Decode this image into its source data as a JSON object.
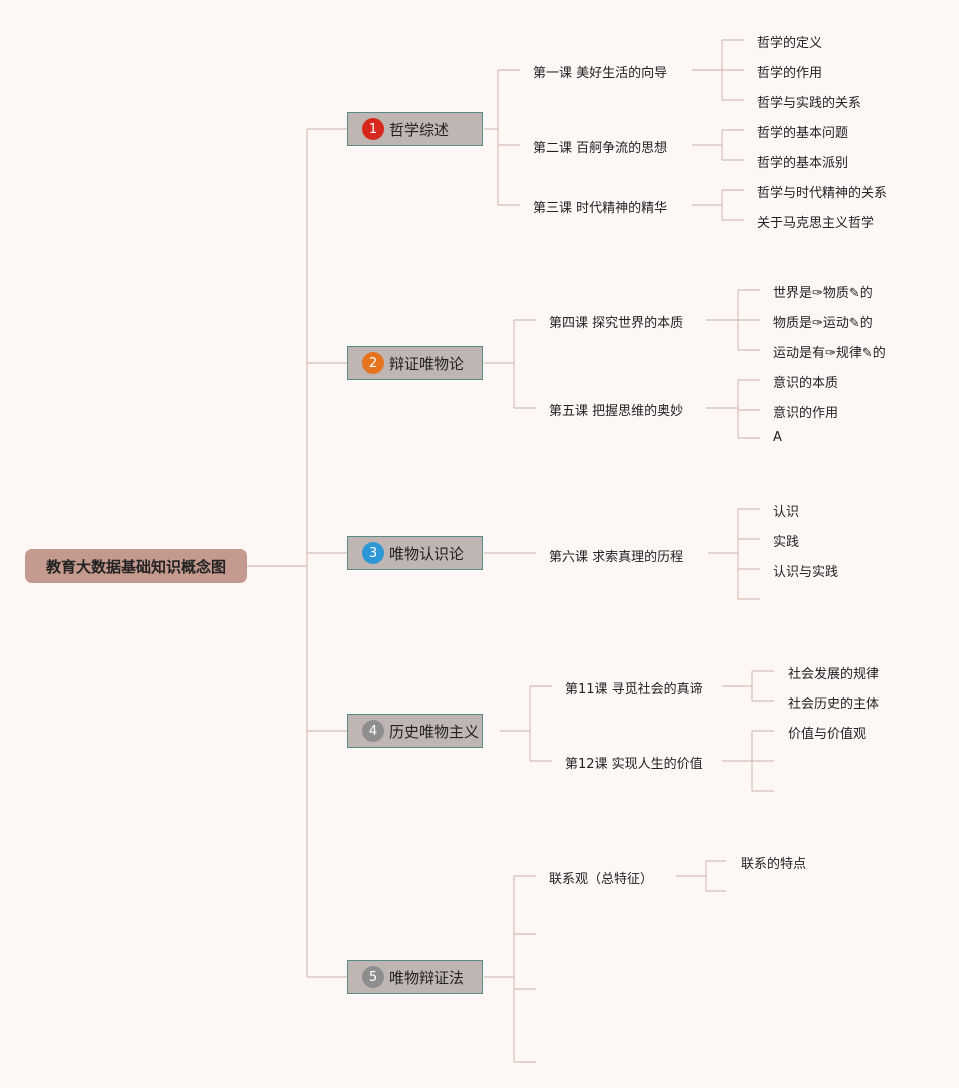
{
  "root": {
    "label": "教育大数据基础知识概念图"
  },
  "colors": {
    "background": "#fdf7f6",
    "root_fill": "#c59a8e",
    "topic_fill": "#bfb5b2",
    "topic_border": "#5c8a86",
    "connector": "#d9bdb6"
  },
  "topics": [
    {
      "number": "1",
      "label": "哲学综述",
      "badge_color": "#d8271c",
      "lessons": [
        {
          "label": "第一课 美好生活的向导",
          "leaves": [
            "哲学的定义",
            "哲学的作用",
            "哲学与实践的关系"
          ]
        },
        {
          "label": "第二课 百舸争流的思想",
          "leaves": [
            "哲学的基本问题",
            "哲学的基本派别"
          ]
        },
        {
          "label": "第三课 时代精神的精华",
          "leaves": [
            "哲学与时代精神的关系",
            "关于马克思主义哲学"
          ]
        }
      ]
    },
    {
      "number": "2",
      "label": "辩证唯物论",
      "badge_color": "#e6731e",
      "lessons": [
        {
          "label": "第四课 探究世界的本质",
          "leaves": [
            "世界是✑物质✎的",
            "物质是✑运动✎的",
            "运动是有✑规律✎的"
          ]
        },
        {
          "label": "第五课 把握思维的奥妙",
          "leaves": [
            "意识的本质",
            "意识的作用",
            "A"
          ]
        }
      ]
    },
    {
      "number": "3",
      "label": "唯物认识论",
      "badge_color": "#2d97d6",
      "lessons": [
        {
          "label": "第六课 求索真理的历程",
          "leaves": [
            "认识",
            "实践",
            "认识与实践",
            ""
          ]
        }
      ]
    },
    {
      "number": "4",
      "label": "历史唯物主义",
      "badge_color": "#8e8e8e",
      "lessons": [
        {
          "label": "第11课 寻觅社会的真谛",
          "leaves": [
            "社会发展的规律",
            "社会历史的主体"
          ]
        },
        {
          "label": "第12课 实现人生的价值",
          "leaves": [
            "价值与价值观",
            "",
            ""
          ]
        }
      ]
    },
    {
      "number": "5",
      "label": "唯物辩证法",
      "badge_color": "#8e8e8e",
      "lessons": [
        {
          "label": "联系观（总特征）",
          "leaves": [
            "联系的特点",
            ""
          ]
        },
        {
          "label": "",
          "leaves": []
        },
        {
          "label": "",
          "leaves": []
        },
        {
          "label": "",
          "leaves": []
        }
      ]
    }
  ]
}
